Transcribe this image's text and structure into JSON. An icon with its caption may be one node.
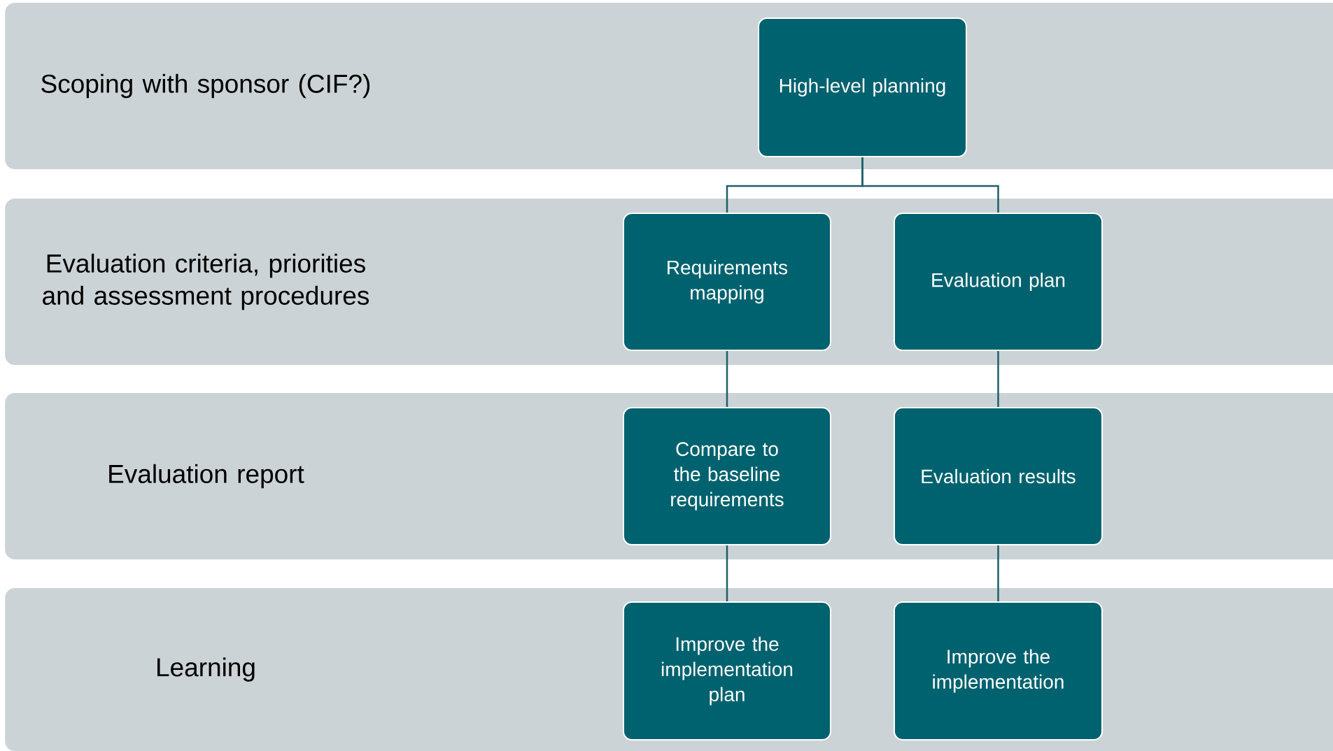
{
  "diagram": {
    "nodes": [
      {
        "text": [
          "Scoping with sponsor (CIF?)"
        ]
      },
      {
        "text": [
          "High-level planning"
        ],
        "in": 0
      },
      {
        "text": [
          "Evaluation criteria, priorities and assessment procedures"
        ]
      },
      {
        "text": [
          "Requirements mapping"
        ],
        "in": 2
      },
      {
        "text": [
          "Evaluation plan"
        ],
        "in": 2
      },
      {
        "text": [
          "Evaluation report"
        ]
      },
      {
        "text": [
          "Compare to the baseline requirements"
        ],
        "in": 5
      },
      {
        "text": [
          "Evaluation results"
        ],
        "in": 5
      },
      {
        "text": [
          "Learning"
        ]
      },
      {
        "text": [
          "Improve the implementation plan"
        ],
        "in": 8
      },
      {
        "text": [
          "Improve the implementation"
        ],
        "in": 8
      }
    ],
    "edges": [
      {
        "from": 1,
        "to": 3,
        "arrow": "none"
      },
      {
        "from": 1,
        "to": 4,
        "arrow": "none"
      },
      {
        "from": 3,
        "to": 6,
        "arrow": "none"
      },
      {
        "from": 4,
        "to": 7,
        "arrow": "none"
      },
      {
        "from": 6,
        "to": 9,
        "arrow": "none"
      },
      {
        "from": 7,
        "to": 10,
        "arrow": "none"
      }
    ]
  }
}
